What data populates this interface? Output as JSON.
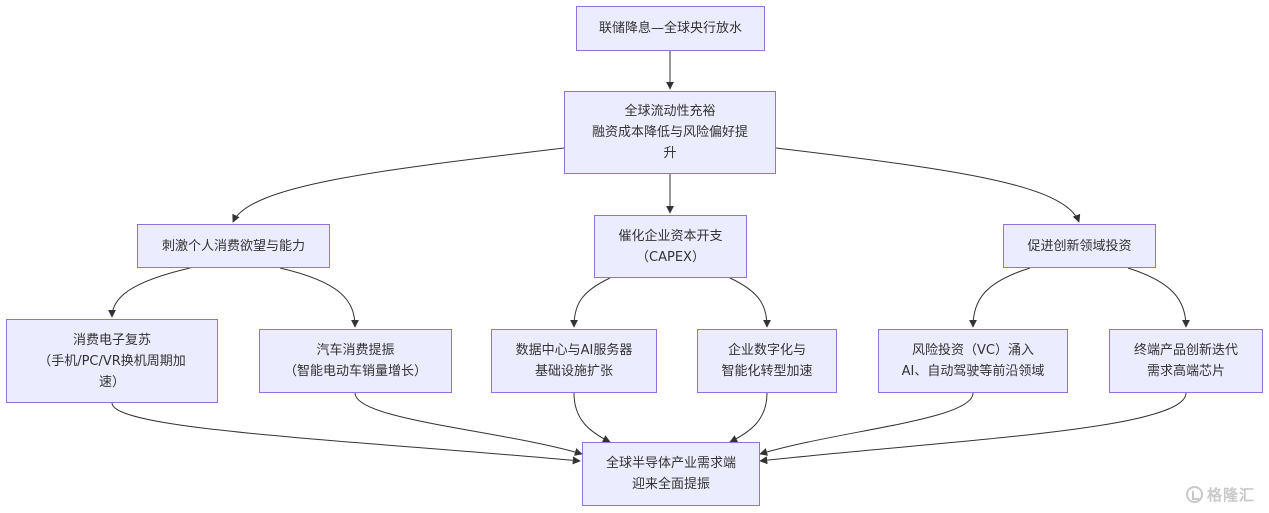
{
  "nodes": {
    "fed_cut": [
      "联储降息—全球央行放水"
    ],
    "liquidity": [
      "全球流动性充裕",
      "融资成本降低与风险偏好提",
      "升"
    ],
    "consumer": [
      "刺激个人消费欲望与能力"
    ],
    "capex": [
      "催化企业资本开支",
      "（CAPEX）"
    ],
    "innovation": [
      "促进创新领域投资"
    ],
    "electronics": [
      "消费电子复苏",
      "（手机/PC/VR换机周期加",
      "速）"
    ],
    "auto": [
      "汽车消费提振",
      "（智能电动车销量增长）"
    ],
    "datacenter": [
      "数据中心与AI服务器",
      "基础设施扩张"
    ],
    "digital": [
      "企业数字化与",
      "智能化转型加速"
    ],
    "vc": [
      "风险投资（VC）涌入",
      "AI、自动驾驶等前沿领域"
    ],
    "terminal": [
      "终端产品创新迭代",
      "需求高端芯片"
    ],
    "semis": [
      "全球半导体产业需求端",
      "迎来全面提振"
    ]
  },
  "watermark": {
    "text": "格隆汇",
    "icon": "gelonghui-logo-icon"
  },
  "colors": {
    "node_fill": "#ececff",
    "node_border": "#9370db",
    "edge": "#333333"
  }
}
